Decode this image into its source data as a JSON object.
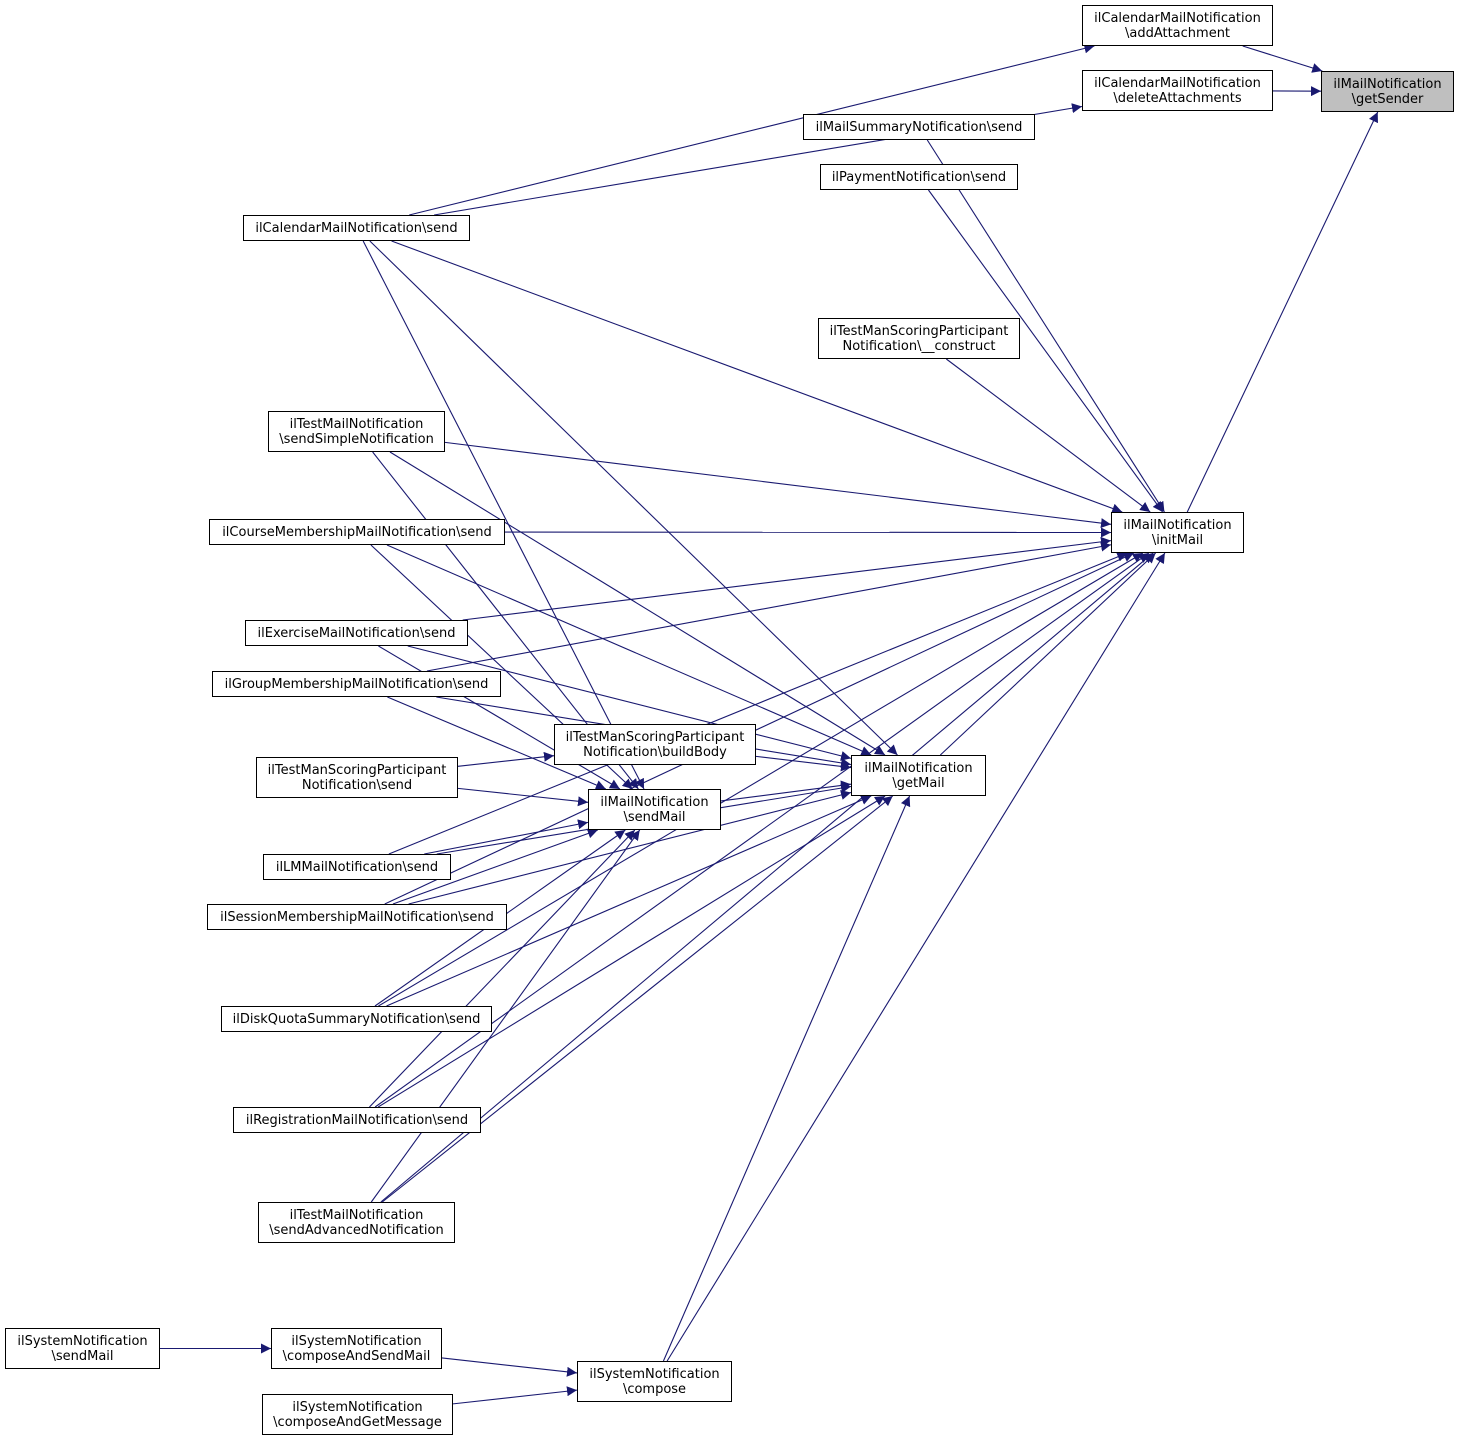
{
  "colors": {
    "edge": "#191970",
    "node_border": "#000000",
    "target_fill": "#bfbfbf",
    "background": "#ffffff"
  },
  "nodes": {
    "getSender": [
      "ilMailNotification",
      "\\getSender"
    ],
    "addAttachment": [
      "ilCalendarMailNotification",
      "\\addAttachment"
    ],
    "deleteAttachments": [
      "ilCalendarMailNotification",
      "\\deleteAttachments"
    ],
    "mailSummarySend": [
      "ilMailSummaryNotification\\send"
    ],
    "paymentSend": [
      "ilPaymentNotification\\send"
    ],
    "calendarSend": [
      "ilCalendarMailNotification\\send"
    ],
    "testManConstruct": [
      "ilTestManScoringParticipant",
      "Notification\\__construct"
    ],
    "testMailSimple": [
      "ilTestMailNotification",
      "\\sendSimpleNotification"
    ],
    "initMail": [
      "ilMailNotification",
      "\\initMail"
    ],
    "courseSend": [
      "ilCourseMembershipMailNotification\\send"
    ],
    "exerciseSend": [
      "ilExerciseMailNotification\\send"
    ],
    "groupSend": [
      "ilGroupMembershipMailNotification\\send"
    ],
    "testManBuildBody": [
      "ilTestManScoringParticipant",
      "Notification\\buildBody"
    ],
    "getMail": [
      "ilMailNotification",
      "\\getMail"
    ],
    "testManSend": [
      "ilTestManScoringParticipant",
      "Notification\\send"
    ],
    "sendMail": [
      "ilMailNotification",
      "\\sendMail"
    ],
    "lmSend": [
      "ilLMMailNotification\\send"
    ],
    "sessionSend": [
      "ilSessionMembershipMailNotification\\send"
    ],
    "diskQuotaSend": [
      "ilDiskQuotaSummaryNotification\\send"
    ],
    "registrationSend": [
      "ilRegistrationMailNotification\\send"
    ],
    "testMailAdvanced": [
      "ilTestMailNotification",
      "\\sendAdvancedNotification"
    ],
    "systemSendMail": [
      "ilSystemNotification",
      "\\sendMail"
    ],
    "composeAndSendMail": [
      "ilSystemNotification",
      "\\composeAndSendMail"
    ],
    "compose": [
      "ilSystemNotification",
      "\\compose"
    ],
    "composeAndGetMessage": [
      "ilSystemNotification",
      "\\composeAndGetMessage"
    ]
  },
  "edges": [
    [
      "addAttachment",
      "getSender"
    ],
    [
      "deleteAttachments",
      "getSender"
    ],
    [
      "initMail",
      "getSender"
    ],
    [
      "calendarSend",
      "addAttachment"
    ],
    [
      "calendarSend",
      "deleteAttachments"
    ],
    [
      "mailSummarySend",
      "initMail"
    ],
    [
      "paymentSend",
      "initMail"
    ],
    [
      "calendarSend",
      "initMail"
    ],
    [
      "testManConstruct",
      "initMail"
    ],
    [
      "testMailSimple",
      "initMail"
    ],
    [
      "courseSend",
      "initMail"
    ],
    [
      "exerciseSend",
      "initMail"
    ],
    [
      "groupSend",
      "initMail"
    ],
    [
      "getMail",
      "initMail"
    ],
    [
      "lmSend",
      "initMail"
    ],
    [
      "sessionSend",
      "initMail"
    ],
    [
      "diskQuotaSend",
      "initMail"
    ],
    [
      "registrationSend",
      "initMail"
    ],
    [
      "testMailAdvanced",
      "initMail"
    ],
    [
      "compose",
      "initMail"
    ],
    [
      "calendarSend",
      "getMail"
    ],
    [
      "testMailSimple",
      "getMail"
    ],
    [
      "courseSend",
      "getMail"
    ],
    [
      "exerciseSend",
      "getMail"
    ],
    [
      "groupSend",
      "getMail"
    ],
    [
      "testManBuildBody",
      "getMail"
    ],
    [
      "sendMail",
      "getMail"
    ],
    [
      "lmSend",
      "getMail"
    ],
    [
      "sessionSend",
      "getMail"
    ],
    [
      "diskQuotaSend",
      "getMail"
    ],
    [
      "registrationSend",
      "getMail"
    ],
    [
      "testMailAdvanced",
      "getMail"
    ],
    [
      "compose",
      "getMail"
    ],
    [
      "calendarSend",
      "sendMail"
    ],
    [
      "testMailSimple",
      "sendMail"
    ],
    [
      "courseSend",
      "sendMail"
    ],
    [
      "exerciseSend",
      "sendMail"
    ],
    [
      "groupSend",
      "sendMail"
    ],
    [
      "testManSend",
      "testManBuildBody"
    ],
    [
      "testManSend",
      "sendMail"
    ],
    [
      "lmSend",
      "sendMail"
    ],
    [
      "sessionSend",
      "sendMail"
    ],
    [
      "diskQuotaSend",
      "sendMail"
    ],
    [
      "registrationSend",
      "sendMail"
    ],
    [
      "testMailAdvanced",
      "sendMail"
    ],
    [
      "systemSendMail",
      "composeAndSendMail"
    ],
    [
      "composeAndSendMail",
      "compose"
    ],
    [
      "composeAndGetMessage",
      "compose"
    ]
  ]
}
